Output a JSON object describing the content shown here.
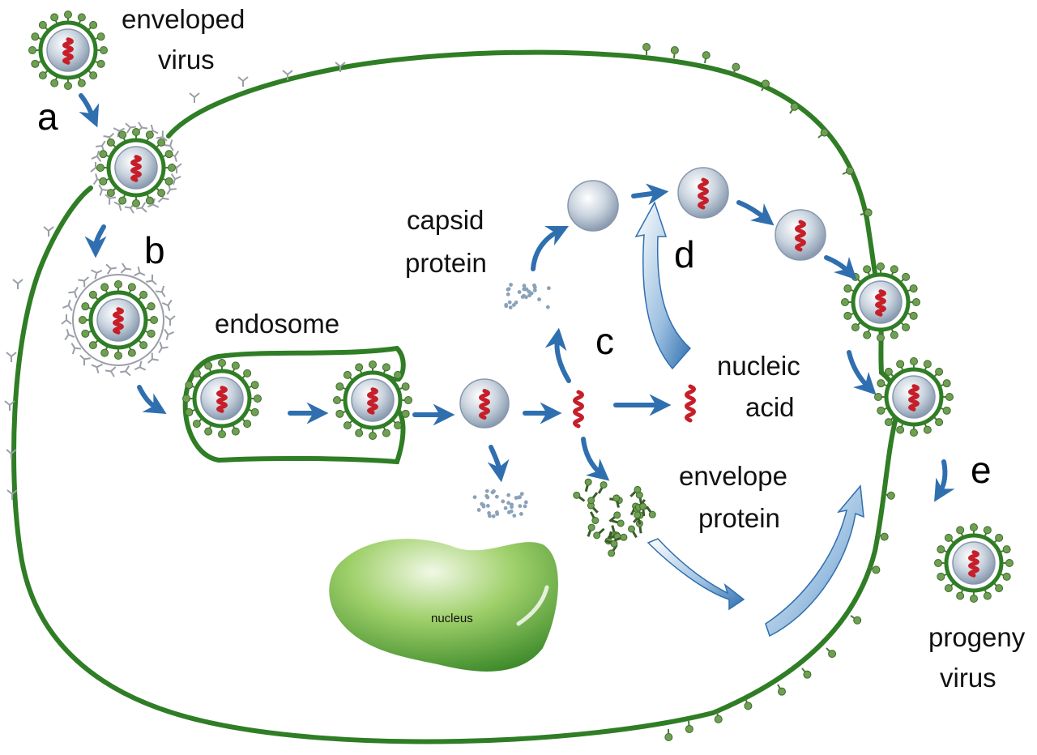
{
  "labels": {
    "enveloped_1": "enveloped",
    "enveloped_2": "virus",
    "capsid_1": "capsid",
    "capsid_2": "protein",
    "endosome": "endosome",
    "nucleic_1": "nucleic",
    "nucleic_2": "acid",
    "envelope_1": "envelope",
    "envelope_2": "protein",
    "progeny_1": "progeny",
    "progeny_2": "virus",
    "nucleus": "nucleus"
  },
  "steps": {
    "a": "a",
    "b": "b",
    "c": "c",
    "d": "d",
    "e": "e"
  },
  "colors": {
    "membrane": "#2f7d25",
    "spike": "#6e9f52",
    "capsid": "#bfcbd8",
    "rna": "#c61f2a",
    "arrow": "#2f6faf",
    "nucleus": "#7fbf4a"
  }
}
